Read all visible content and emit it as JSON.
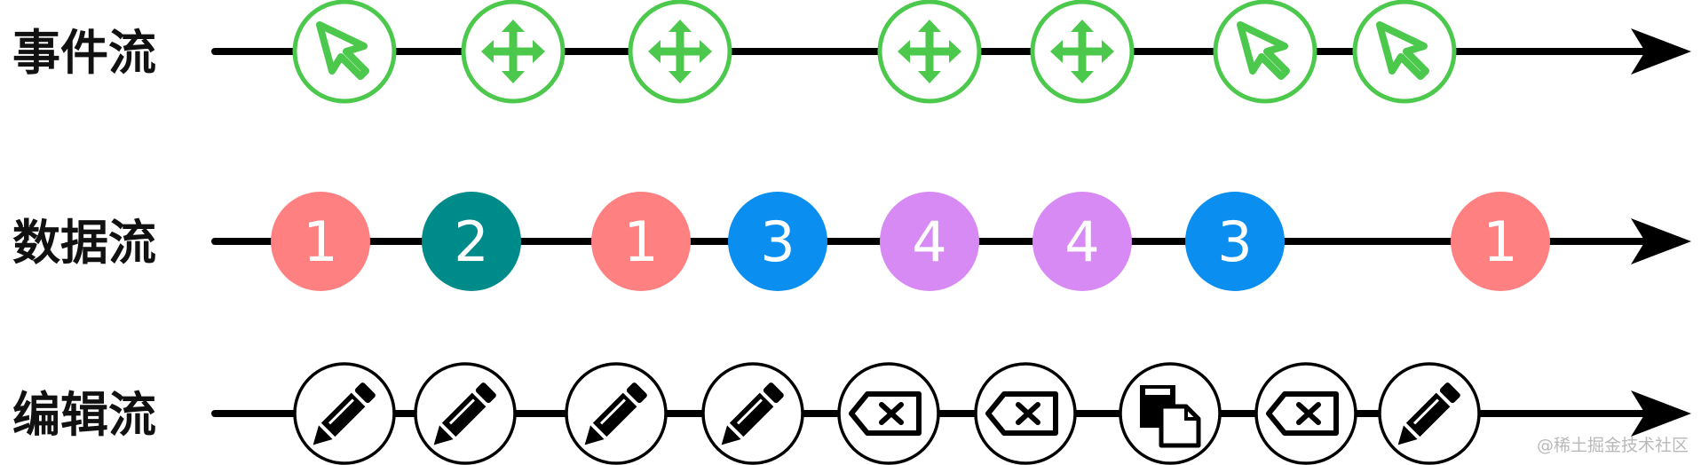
{
  "rows": [
    {
      "label": "事件流",
      "items": [
        {
          "kind": "event",
          "icon": "cursor-arrow"
        },
        {
          "kind": "event",
          "icon": "move-arrows"
        },
        {
          "kind": "event",
          "icon": "move-arrows"
        },
        {
          "kind": "event",
          "icon": "move-arrows"
        },
        {
          "kind": "event",
          "icon": "move-arrows"
        },
        {
          "kind": "event",
          "icon": "cursor-arrow"
        },
        {
          "kind": "event",
          "icon": "cursor-arrow"
        }
      ]
    },
    {
      "label": "数据流",
      "items": [
        {
          "kind": "data",
          "value": "1",
          "color": "#ff8080"
        },
        {
          "kind": "data",
          "value": "2",
          "color": "#008b8b"
        },
        {
          "kind": "data",
          "value": "1",
          "color": "#ff8080"
        },
        {
          "kind": "data",
          "value": "3",
          "color": "#0a8ff0"
        },
        {
          "kind": "data",
          "value": "4",
          "color": "#d88af4"
        },
        {
          "kind": "data",
          "value": "4",
          "color": "#d88af4"
        },
        {
          "kind": "data",
          "value": "3",
          "color": "#0a8ff0"
        },
        {
          "kind": "data",
          "value": "1",
          "color": "#ff8080"
        }
      ]
    },
    {
      "label": "编辑流",
      "items": [
        {
          "kind": "edit",
          "icon": "pencil"
        },
        {
          "kind": "edit",
          "icon": "pencil"
        },
        {
          "kind": "edit",
          "icon": "pencil"
        },
        {
          "kind": "edit",
          "icon": "pencil"
        },
        {
          "kind": "edit",
          "icon": "backspace"
        },
        {
          "kind": "edit",
          "icon": "backspace"
        },
        {
          "kind": "edit",
          "icon": "paste"
        },
        {
          "kind": "edit",
          "icon": "backspace"
        },
        {
          "kind": "edit",
          "icon": "pencil"
        }
      ]
    }
  ],
  "colors": {
    "event": "#4cc94c",
    "edit": "#000000",
    "line": "#000000"
  },
  "watermark": "@稀土掘金技术社区"
}
